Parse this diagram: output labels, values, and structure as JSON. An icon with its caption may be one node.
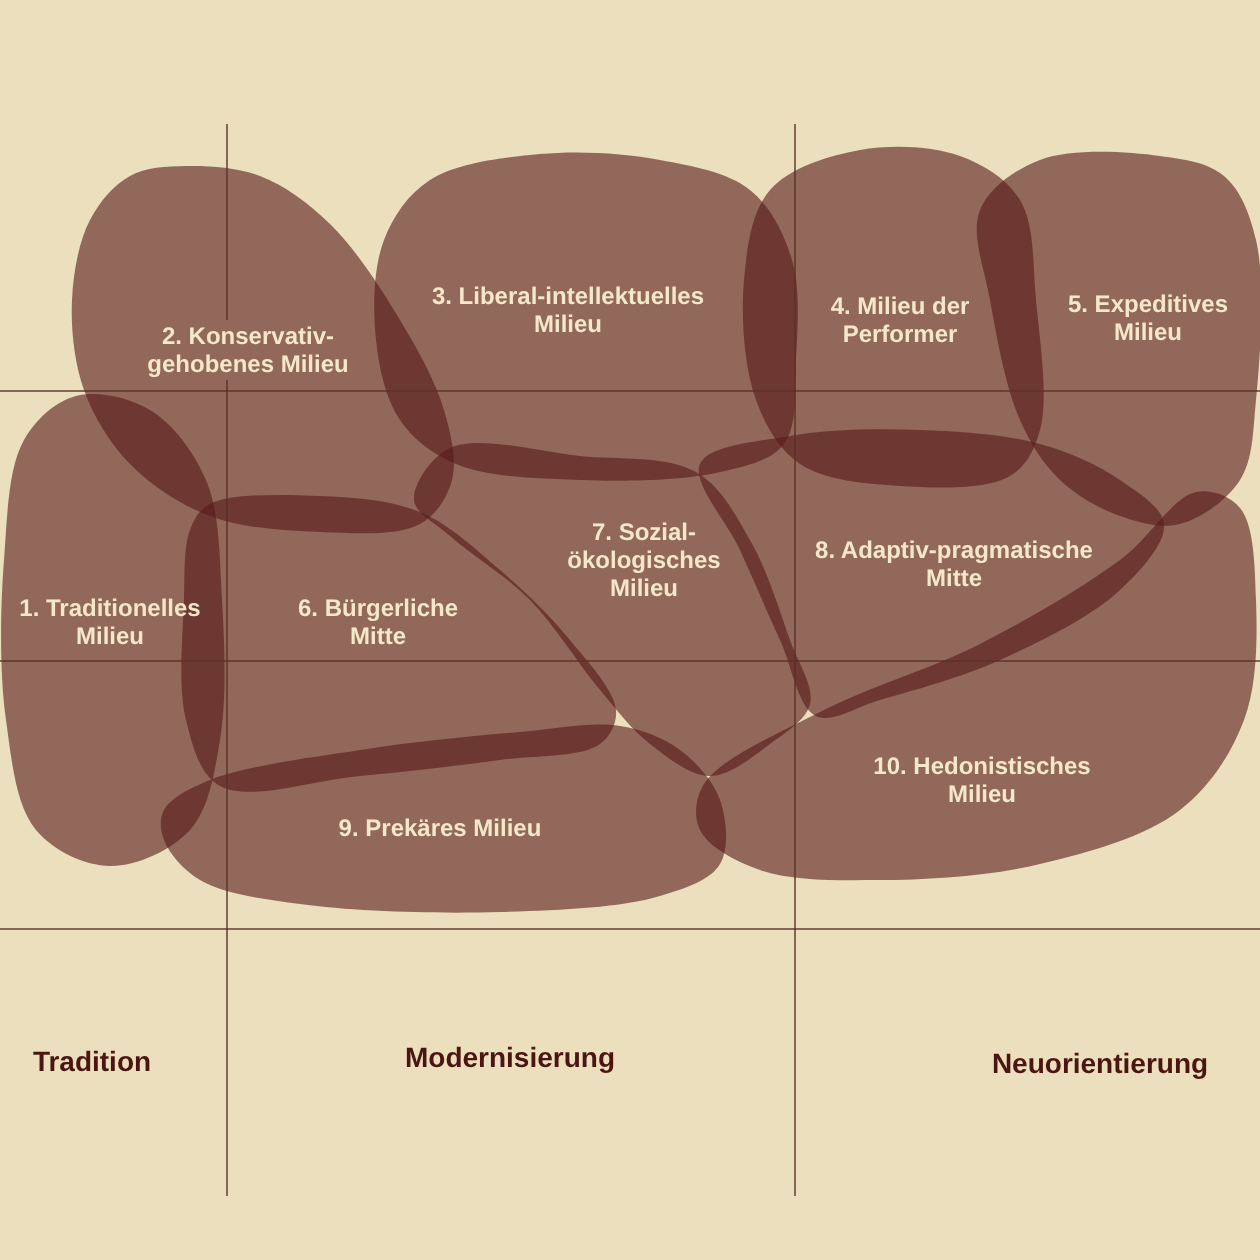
{
  "diagram": {
    "nodes": [
      {
        "text": [
          "1. Traditionelles Milieu"
        ]
      },
      {
        "text": [
          "2. Konservativ-gehobenes Milieu"
        ]
      },
      {
        "text": [
          "3. Liberal-intellektuelles Milieu"
        ]
      },
      {
        "text": [
          "4. Milieu der Performer"
        ]
      },
      {
        "text": [
          "5. Expeditives Milieu"
        ]
      },
      {
        "text": [
          "6. Bürgerliche Mitte"
        ]
      },
      {
        "text": [
          "7. Sozial-ökologisches Milieu"
        ]
      },
      {
        "text": [
          "8. Adaptiv-pragmatische Mitte"
        ]
      },
      {
        "text": [
          "9. Prekäres Milieu"
        ]
      },
      {
        "text": [
          "10. Hedonistisches Milieu"
        ]
      }
    ],
    "labels": [
      "Tradition",
      "Modernisierung",
      "Neuorientierung"
    ]
  }
}
